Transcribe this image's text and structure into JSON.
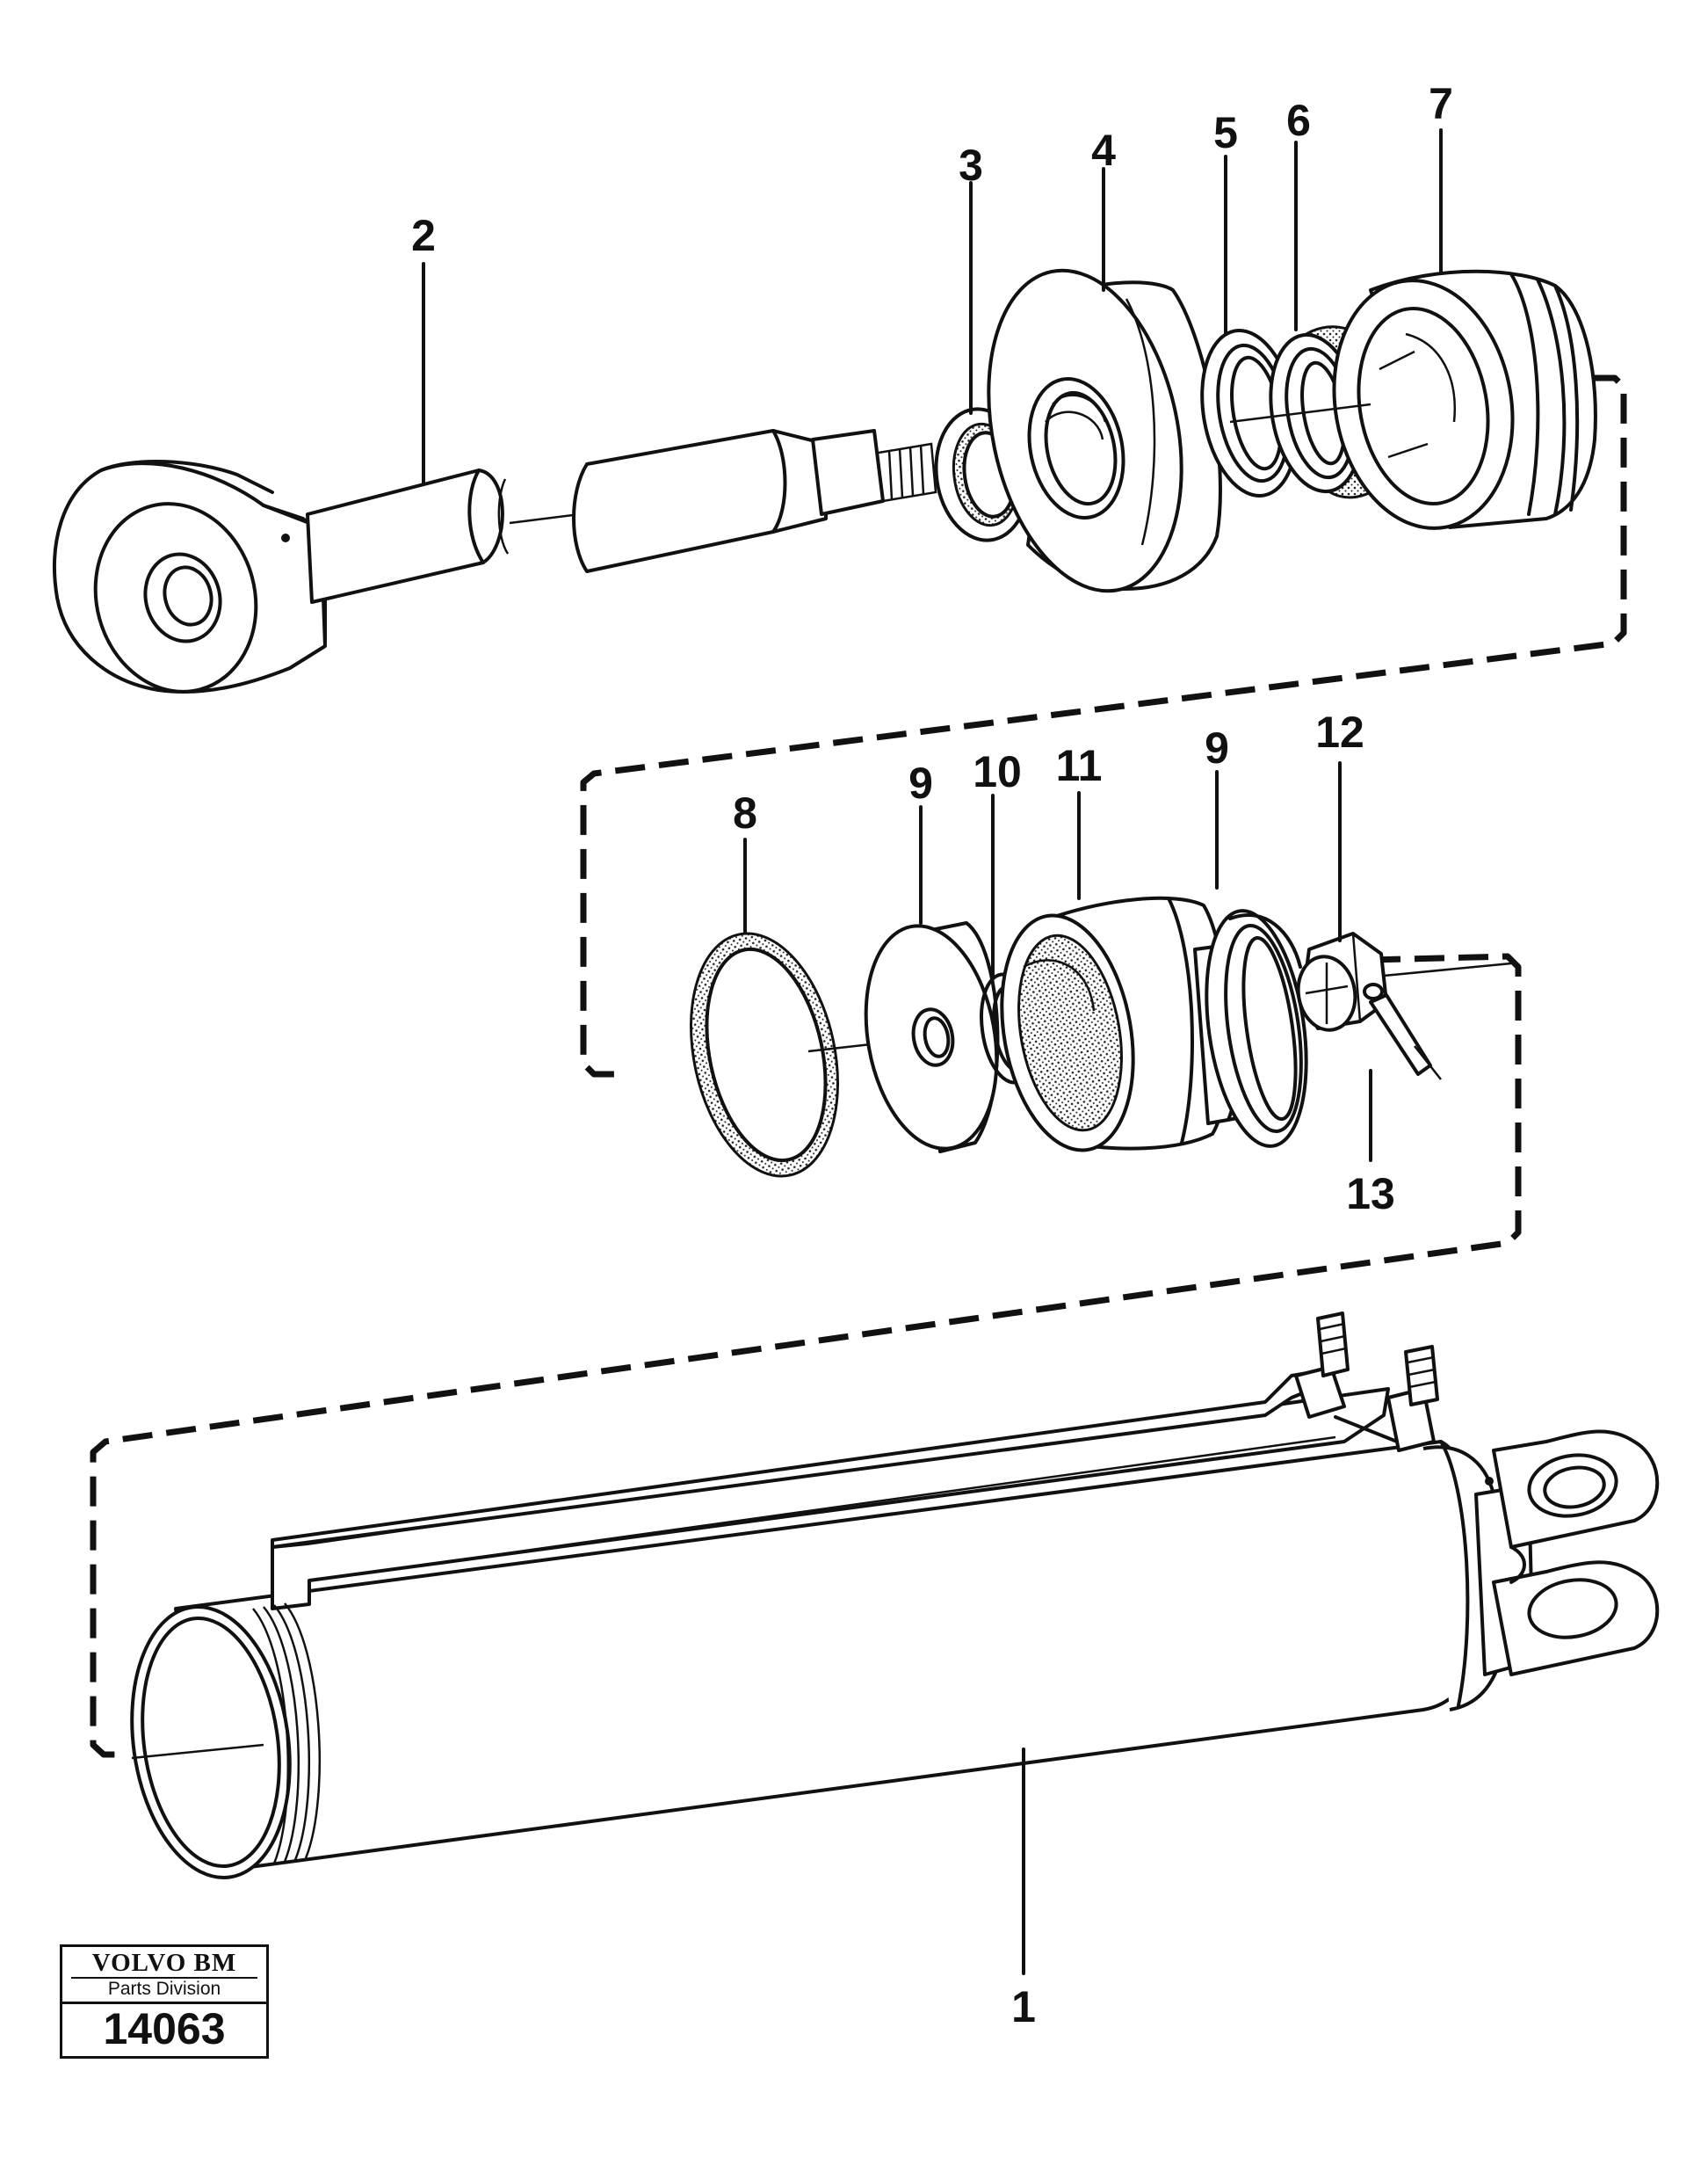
{
  "diagram": {
    "callouts": {
      "c1": "1",
      "c2": "2",
      "c3": "3",
      "c4": "4",
      "c5": "5",
      "c6": "6",
      "c7": "7",
      "c8": "8",
      "c9a": "9",
      "c10": "10",
      "c11": "11",
      "c9b": "9",
      "c12": "12",
      "c13": "13"
    }
  },
  "logo": {
    "brand": "VOLVO BM",
    "division": "Parts Division",
    "number": "14063"
  }
}
